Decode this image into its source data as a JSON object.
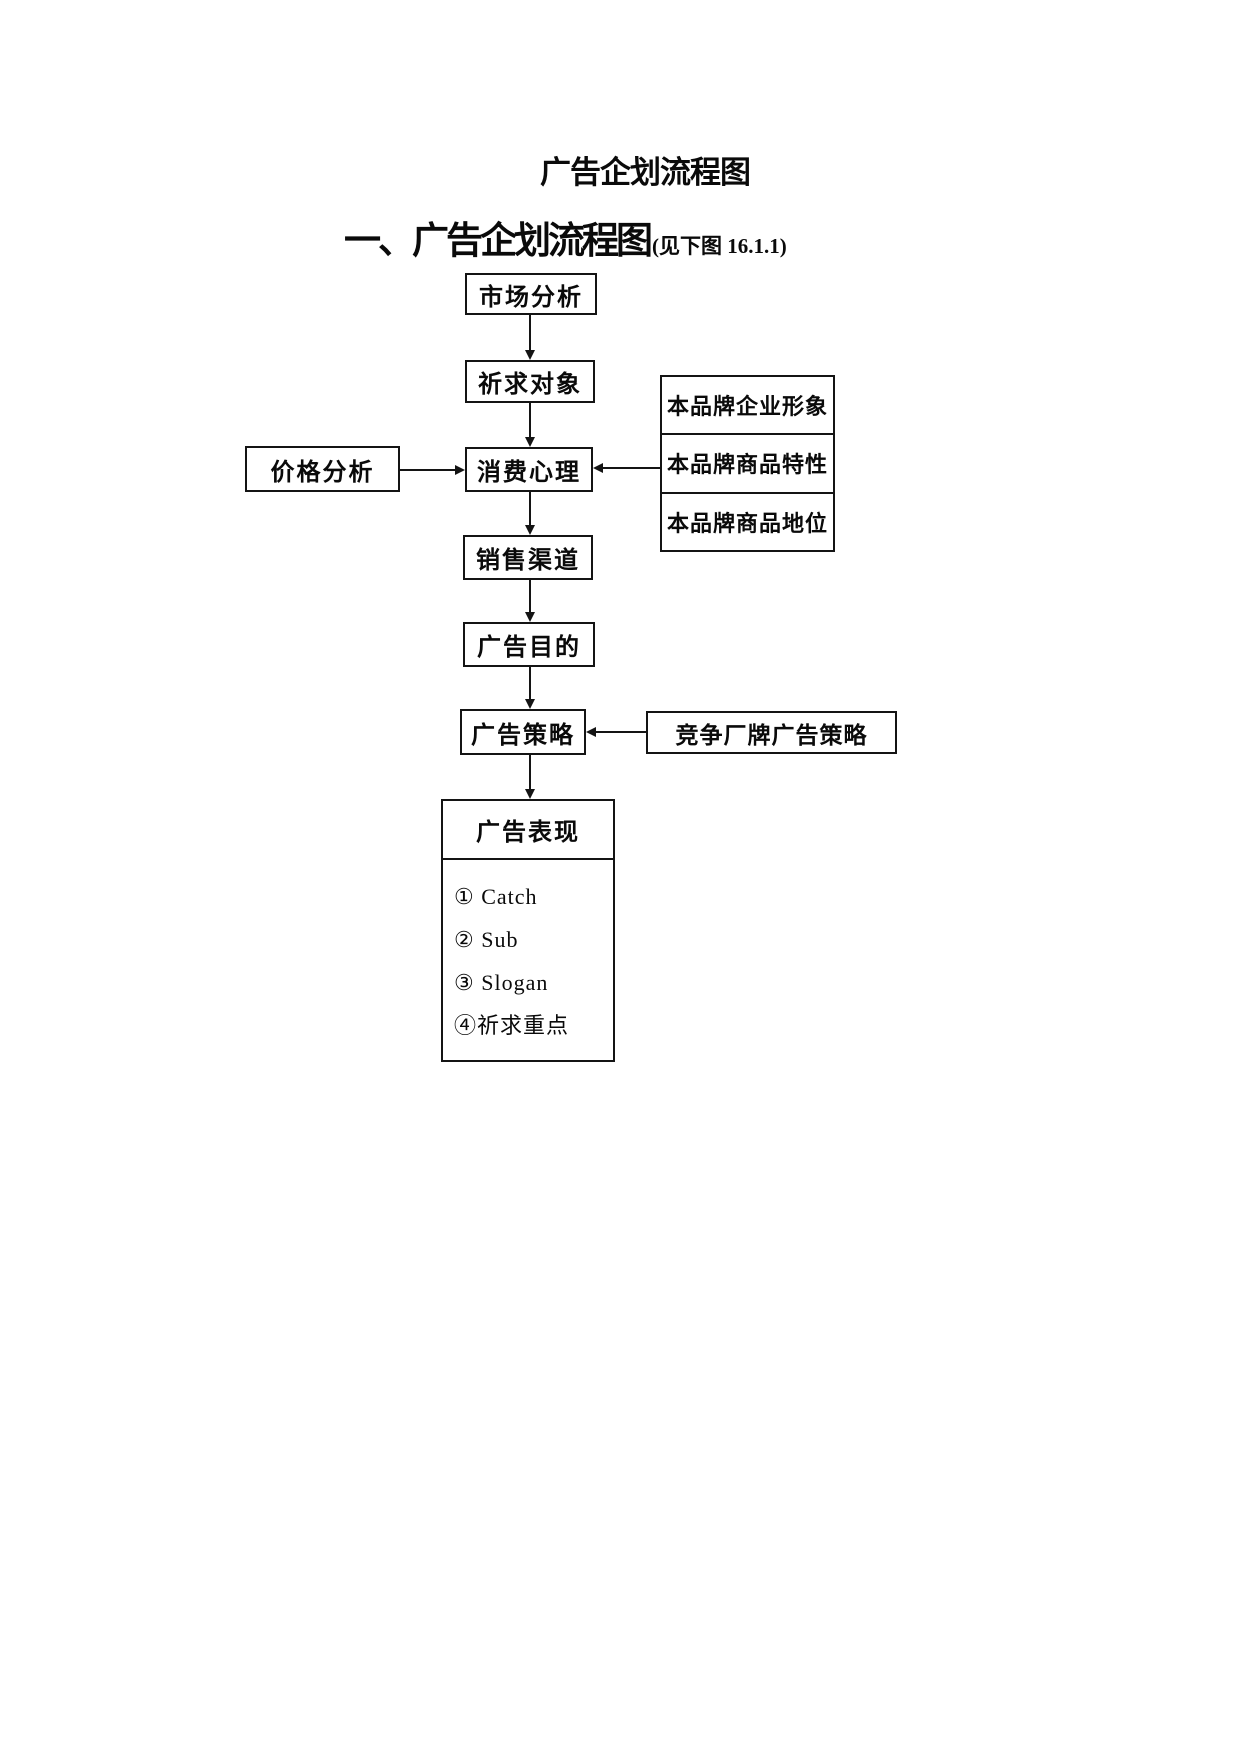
{
  "page": {
    "title": "广告企划流程图",
    "section": {
      "heading": "一、广告企划流程图",
      "reference": "(见下图 16.1.1)"
    }
  },
  "flowchart": {
    "nodes": {
      "market_analysis": "市场分析",
      "appeal_target": "祈求对象",
      "consumer_psychology": "消费心理",
      "price_analysis": "价格分析",
      "brand_rows": [
        "本品牌企业形象",
        "本品牌商品特性",
        "本品牌商品地位"
      ],
      "sales_channel": "销售渠道",
      "ad_objective": "广告目的",
      "ad_strategy": "广告策略",
      "competitor_strategy": "竞争厂牌广告策略",
      "ad_expression": {
        "title": "广告表现",
        "items": [
          "① Catch",
          "② Sub",
          "③ Slogan",
          "④祈求重点"
        ]
      }
    }
  }
}
